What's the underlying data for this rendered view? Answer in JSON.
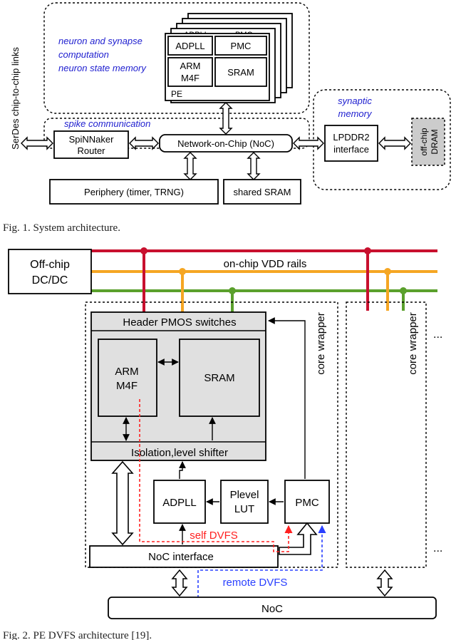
{
  "fig1": {
    "compute_region_label": [
      "neuron and synapse",
      "computation",
      "neuron state memory"
    ],
    "pe_stack_back_labels": [
      "ADPLL",
      "PMC"
    ],
    "pe_adpll": "ADPLL",
    "pe_pmc": "PMC",
    "pe_arm": [
      "ARM",
      "M4F"
    ],
    "pe_sram": "SRAM",
    "pe_label": "PE",
    "spike_label": "spike communication",
    "router": [
      "SpiNNaker",
      "Router"
    ],
    "noc": "Network-on-Chip (NoC)",
    "synaptic_label": [
      "synaptic",
      "memory"
    ],
    "lpddr2": [
      "LPDDR2",
      "interface"
    ],
    "dram": [
      "off-chip",
      "DRAM"
    ],
    "serdes": "SerDes chip-to-chip links",
    "periphery": "Periphery (timer, TRNG)",
    "shared_sram": "shared SRAM",
    "caption": "Fig. 1.    System architecture."
  },
  "fig2": {
    "dcdc": [
      "Off-chip",
      "DC/DC"
    ],
    "vdd_label": "on-chip VDD rails",
    "header_pmos": "Header PMOS switches",
    "arm": [
      "ARM",
      "M4F"
    ],
    "sram": "SRAM",
    "isolation": "Isolation,level shifter",
    "adpll": "ADPLL",
    "plevel_lut": [
      "Plevel",
      "LUT"
    ],
    "pmc": "PMC",
    "self_dvfs": "self DVFS",
    "noc_interface": "NoC interface",
    "remote_dvfs": "remote DVFS",
    "noc": "NoC",
    "core_wrapper": "core wrapper",
    "core_wrapper_2": "core wrapper",
    "ellipsis_top": "...",
    "ellipsis_bottom": "...",
    "caption": "Fig. 2.    PE DVFS architecture [19]."
  },
  "colors": {
    "rail_red": "#c8102e",
    "rail_orange": "#f5a623",
    "rail_green": "#5aa02c",
    "gray_fill": "#e0e0e0",
    "dram_fill": "#cccccc",
    "dashed_red": "#ff2020",
    "dashed_blue": "#2a40ff",
    "label_blue": "#2020d0"
  }
}
